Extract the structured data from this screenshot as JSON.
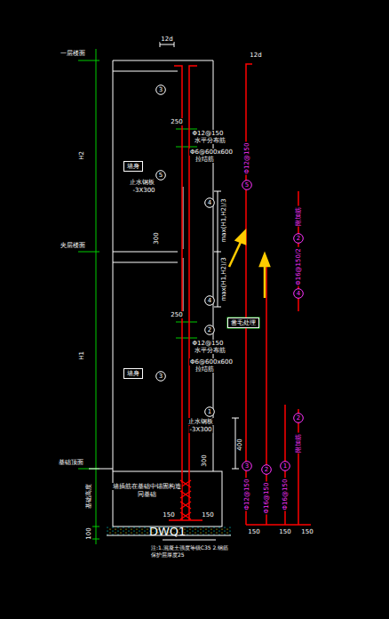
{
  "diagram": {
    "title": "DWQ1",
    "caption": "注:1.混凝土强度等级C35 2.钢筋保护层厚度25",
    "nodes": [
      {
        "text": [
          "3"
        ]
      },
      {
        "text": [
          "5"
        ]
      },
      {
        "text": [
          "4"
        ]
      },
      {
        "text": [
          "4"
        ]
      },
      {
        "text": [
          "2"
        ]
      },
      {
        "text": [
          "3"
        ]
      },
      {
        "text": [
          "1"
        ]
      },
      {
        "text": [
          "墙身"
        ]
      },
      {
        "text": [
          "墙身"
        ]
      },
      {
        "text": [
          "凿毛处理"
        ]
      },
      {
        "text": [
          "5"
        ]
      },
      {
        "text": [
          "2"
        ]
      },
      {
        "text": [
          "4"
        ]
      },
      {
        "text": [
          "2"
        ]
      },
      {
        "text": [
          "3"
        ]
      },
      {
        "text": [
          "2"
        ]
      },
      {
        "text": [
          "1"
        ]
      }
    ],
    "labels": [
      "12d",
      "一层楼面",
      "H2",
      "夹层楼面",
      "H1",
      "基础顶面",
      "基础高度",
      "100",
      "250",
      "Φ12@150",
      "水平分布筋",
      "Φ6@600x600",
      "拉结筋",
      "止水钢板",
      "-3X300",
      "max(H1,H2)/3",
      "300",
      "max(H1,H2)/3",
      "250",
      "Φ12@150",
      "水平分布筋",
      "Φ6@600x600",
      "拉结筋",
      "止水钢板",
      "-3X300",
      "400",
      "300",
      "墙插筋在基础中锚固构造",
      "同基础",
      "150",
      "150",
      "12d",
      "Φ12@150",
      "附加筋",
      "Φ16@150/2",
      "Φ12@150",
      "Φ16@150",
      "Φ16@150",
      "附加筋",
      "150",
      "150",
      "150"
    ]
  }
}
